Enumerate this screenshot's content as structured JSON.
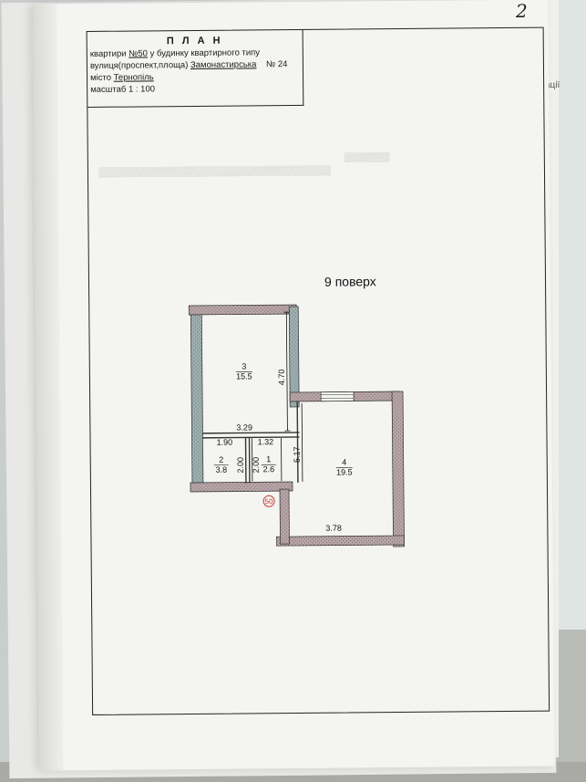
{
  "page_number": "2",
  "stamp": {
    "title": "П Л А Н",
    "line1_prefix": "квартири",
    "apartment_no": "№50",
    "line1_suffix": " у будинку квартирного типу",
    "line2_prefix": "вулиця(проспект,площа)",
    "street": "Замонастирська",
    "house_no": "№ 24",
    "city_prefix": "місто",
    "city": "Тернопіль",
    "scale": "масштаб 1 : 100"
  },
  "floor_label": "9 поверх",
  "rooms": [
    {
      "number": "3",
      "area": "15.5"
    },
    {
      "number": "2",
      "area": "3.8"
    },
    {
      "number": "1",
      "area": "2.6"
    },
    {
      "number": "4",
      "area": "19.5"
    }
  ],
  "dimensions": {
    "d_470": "4.70",
    "d_329": "3.29",
    "d_190": "1.90",
    "d_132": "1.32",
    "d_200a": "2.00",
    "d_200b": "2.00",
    "d_517": "5.17",
    "d_378": "3.78"
  },
  "entrance_mark": "50",
  "edge_text": "ації"
}
